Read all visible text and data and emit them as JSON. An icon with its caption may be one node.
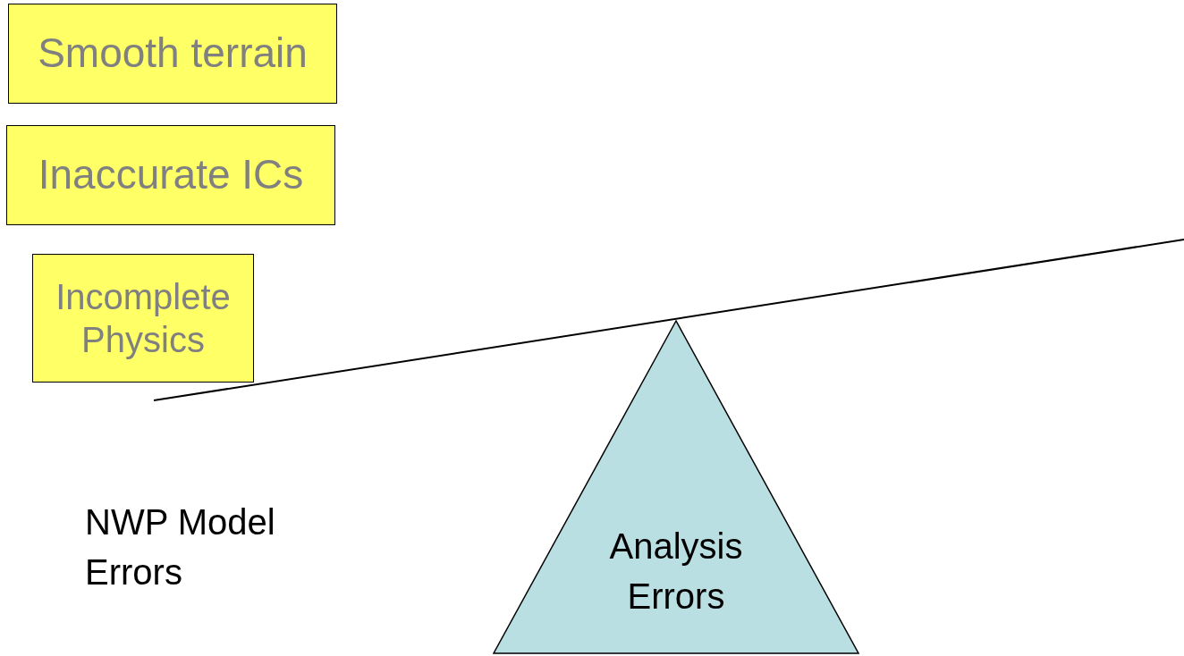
{
  "diagram": {
    "nodes": [
      {
        "text": [
          "Smooth terrain"
        ]
      },
      {
        "text": [
          "Inaccurate ICs"
        ]
      },
      {
        "text": [
          "Incomplete Physics"
        ]
      },
      {
        "text": [
          "Analysis Errors"
        ]
      }
    ],
    "labels": [
      "NWP Model Errors"
    ]
  }
}
